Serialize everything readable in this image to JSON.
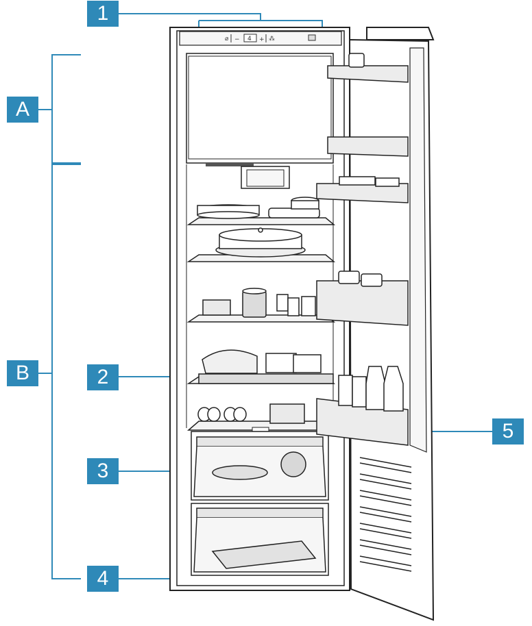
{
  "callouts": {
    "c1": "1",
    "cA": "A",
    "cB": "B",
    "c2": "2",
    "c3": "3",
    "c4": "4",
    "c5": "5"
  },
  "control_panel": {
    "temp_display": "4",
    "minus": "−",
    "plus": "+"
  },
  "colors": {
    "callout_blue": "#2e89b8",
    "line": "#222222",
    "light_fill": "#f2f2f2"
  }
}
